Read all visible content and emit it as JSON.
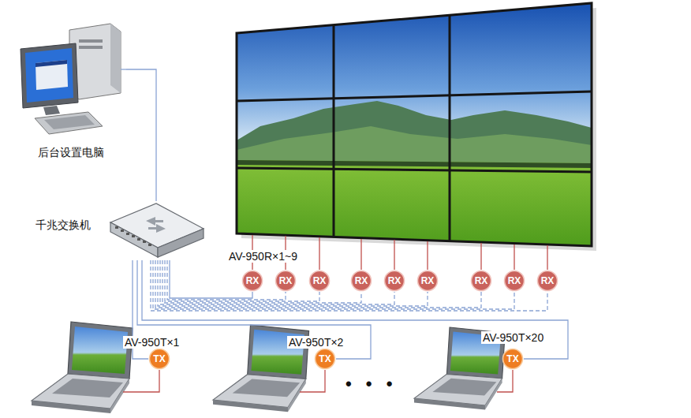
{
  "diagram": {
    "nodes": [
      {
        "text": [
          "后台设置电脑"
        ]
      },
      {
        "text": [
          "千兆交换机"
        ]
      },
      {
        "text": [
          "RX"
        ]
      },
      {
        "text": [
          "RX"
        ]
      },
      {
        "text": [
          "RX"
        ]
      },
      {
        "text": [
          "RX"
        ]
      },
      {
        "text": [
          "RX"
        ]
      },
      {
        "text": [
          "RX"
        ]
      },
      {
        "text": [
          "RX"
        ]
      },
      {
        "text": [
          "RX"
        ]
      },
      {
        "text": [
          "RX"
        ]
      },
      {
        "text": [
          "TX"
        ]
      },
      {
        "text": [
          "TX"
        ]
      },
      {
        "text": [
          "TX"
        ]
      }
    ],
    "edges": [
      {
        "from": 0,
        "to": 1,
        "arrow": "none"
      },
      {
        "from": 1,
        "to": 2,
        "arrow": "none"
      },
      {
        "from": 1,
        "to": 3,
        "arrow": "none"
      },
      {
        "from": 1,
        "to": 4,
        "arrow": "none"
      },
      {
        "from": 1,
        "to": 5,
        "arrow": "none"
      },
      {
        "from": 1,
        "to": 6,
        "arrow": "none"
      },
      {
        "from": 1,
        "to": 7,
        "arrow": "none"
      },
      {
        "from": 1,
        "to": 8,
        "arrow": "none"
      },
      {
        "from": 1,
        "to": 9,
        "arrow": "none"
      },
      {
        "from": 1,
        "to": 10,
        "arrow": "none"
      },
      {
        "from": 1,
        "to": 11,
        "arrow": "none"
      },
      {
        "from": 1,
        "to": 12,
        "arrow": "none"
      },
      {
        "from": 1,
        "to": 13,
        "arrow": "none"
      }
    ],
    "labels": [
      "AV-950R×1~9",
      "AV-950T×1",
      "AV-950T×2",
      "AV-950T×20",
      "• • •"
    ]
  }
}
